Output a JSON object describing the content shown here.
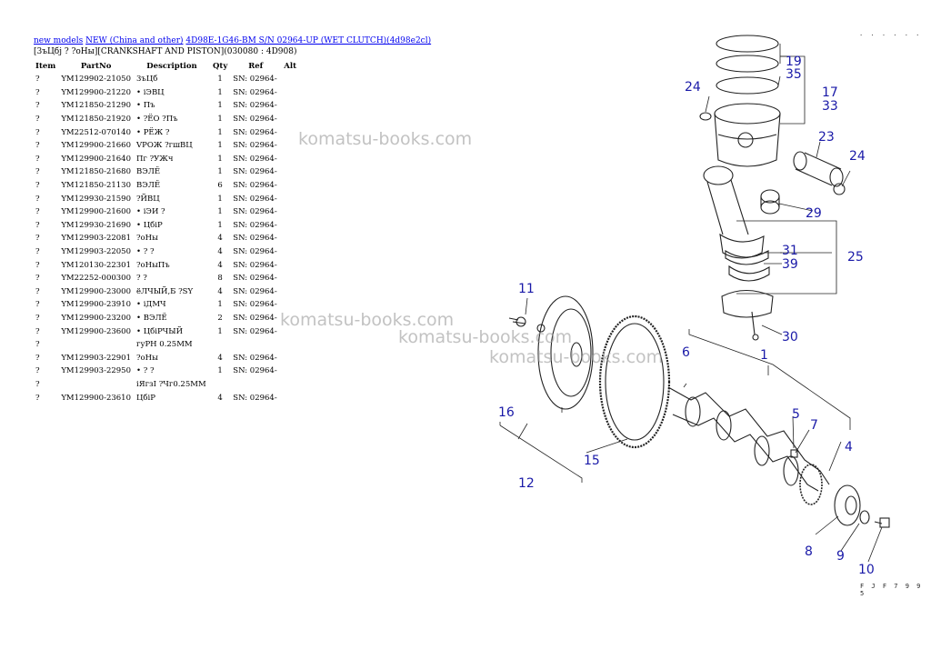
{
  "breadcrumb": {
    "link1": "new models",
    "link2": "NEW (China and other)",
    "link3": "4D98E-1G46-BM S/N 02964-UP (WET CLUTCH)(4d98e2cl)"
  },
  "subtitle": "[3ъЦбj ? ?оНы][CRANKSHAFT AND PISTON](030080 : 4D908)",
  "table": {
    "headers": [
      "Item",
      "PartNo",
      "Description",
      "Qty",
      "Ref",
      "Alt"
    ],
    "rows": [
      [
        "?",
        "YM129902-21050",
        "3ъЦб",
        "1",
        "SN: 02964-"
      ],
      [
        "?",
        "YM129900-21220",
        "• iЭВЦ",
        "1",
        "SN: 02964-"
      ],
      [
        "?",
        "YM121850-21290",
        "• Пъ",
        "1",
        "SN: 02964-"
      ],
      [
        "?",
        "YM121850-21920",
        "• ?ЁО ?Пъ",
        "1",
        "SN: 02964-"
      ],
      [
        "?",
        "YM22512-070140",
        "• РЁЖ ?",
        "1",
        "SN: 02964-"
      ],
      [
        "?",
        "YM129900-21660",
        "VРОЖ ?гшВЦ",
        "1",
        "SN: 02964-"
      ],
      [
        "?",
        "YM129900-21640",
        "Пг ?УЖч",
        "1",
        "SN: 02964-"
      ],
      [
        "?",
        "YM121850-21680",
        "ВЭЛЁ",
        "1",
        "SN: 02964-"
      ],
      [
        "?",
        "YM121850-21130",
        "ВЭЛЁ",
        "6",
        "SN: 02964-"
      ],
      [
        "?",
        "YM129930-21590",
        "?ЙВЦ",
        "1",
        "SN: 02964-"
      ],
      [
        "?",
        "YM129900-21600",
        "• iЭИ ?",
        "1",
        "SN: 02964-"
      ],
      [
        "?",
        "YM129930-21690",
        "• ЦбiР",
        "1",
        "SN: 02964-"
      ],
      [
        "?",
        "YM129903-22081",
        "?оНы",
        "4",
        "SN: 02964-"
      ],
      [
        "?",
        "YM129903-22050",
        "• ? ?",
        "4",
        "SN: 02964-"
      ],
      [
        "?",
        "YM120130-22301",
        "?оНыПъ",
        "4",
        "SN: 02964-"
      ],
      [
        "?",
        "YM22252-000300",
        "? ?",
        "8",
        "SN: 02964-"
      ],
      [
        "?",
        "YM129900-23000",
        "ёЛЧЫЙ,Б ?SY",
        "4",
        "SN: 02964-"
      ],
      [
        "?",
        "YM129900-23910",
        "• iДМЧ",
        "1",
        "SN: 02964-"
      ],
      [
        "?",
        "YM129900-23200",
        "• ВЭЛЁ",
        "2",
        "SN: 02964-"
      ],
      [
        "?",
        "YM129900-23600",
        "• ЦбiРЧЫЙ",
        "1",
        "SN: 02964-"
      ],
      [
        "?",
        "",
        "гуРН 0.25MM",
        "",
        ""
      ],
      [
        "?",
        "YM129903-22901",
        "?оНы",
        "4",
        "SN: 02964-"
      ],
      [
        "?",
        "YM129903-22950",
        "• ? ?",
        "1",
        "SN: 02964-"
      ],
      [
        "?",
        "",
        "iЯгзI ?Чг0.25MM",
        "",
        ""
      ],
      [
        "?",
        "YM129900-23610",
        "ЦбiР",
        "4",
        "SN: 02964-"
      ]
    ]
  },
  "diagram": {
    "callouts": [
      "19",
      "35",
      "17",
      "33",
      "24",
      "23",
      "24",
      "29",
      "31",
      "39",
      "25",
      "30",
      "11",
      "1",
      "6",
      "16",
      "5",
      "7",
      "4",
      "15",
      "12",
      "8",
      "9",
      "10"
    ],
    "figure_code": "F J F 7 9 9 5",
    "top_marks": ". . . . . ."
  },
  "watermark": {
    "text": "komatsu-books.com"
  },
  "colors": {
    "link": "#0000ee",
    "callout": "#1a1aa8",
    "line": "#222222"
  }
}
